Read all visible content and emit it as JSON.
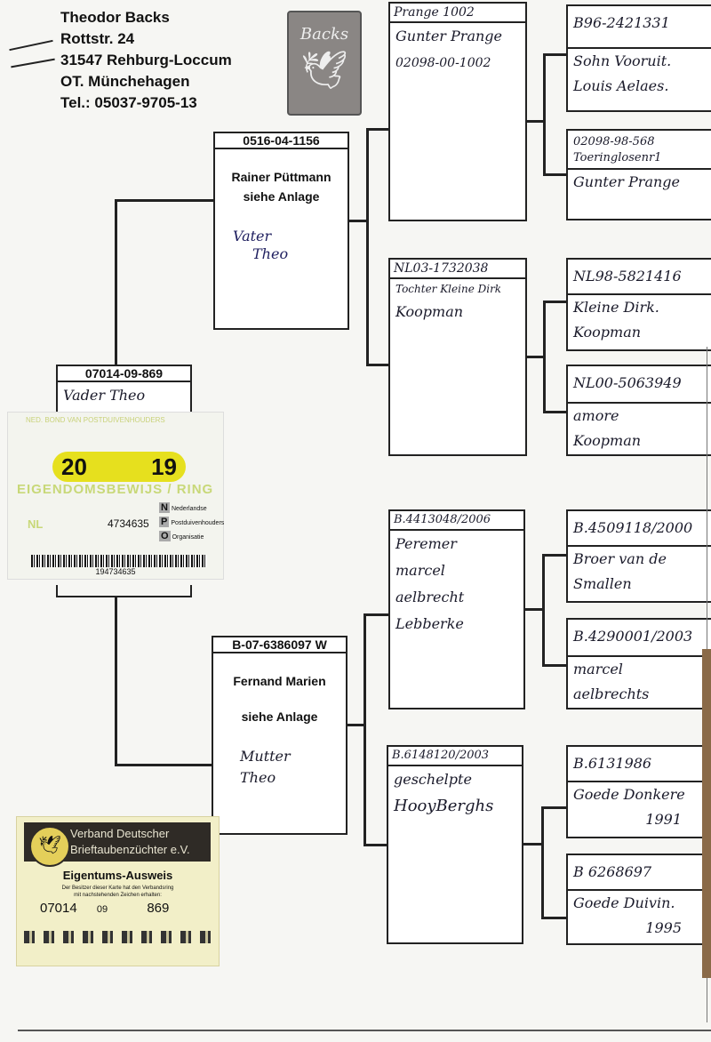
{
  "owner": {
    "name": "Theodor Backs",
    "street": "Rottstr. 24",
    "city": "31547 Rehburg-Loccum",
    "district": "OT. Münchehagen",
    "phone": "Tel.: 05037-9705-13"
  },
  "logo": {
    "brand": "Backs",
    "icon": "dove-icon"
  },
  "subject": {
    "ring": "07014-09-869",
    "note": "Vader Theo"
  },
  "father": {
    "ring": "0516-04-1156",
    "breeder": "Rainer Püttmann",
    "ref": "siehe Anlage",
    "note1": "Vater",
    "note2": "Theo"
  },
  "mother": {
    "ring": "B-07-6386097 W",
    "breeder": "Fernand Marien",
    "ref": "siehe Anlage",
    "note1": "Mutter",
    "note2": "Theo"
  },
  "grandparents": [
    {
      "ring": "Prange 1002",
      "lines": [
        "Gunter Prange",
        "02098-00-1002"
      ]
    },
    {
      "ring": "NL03-1732038",
      "lines": [
        "Tochter Kleine Dirk",
        "Koopman"
      ]
    },
    {
      "ring": "B.4413048/2006",
      "lines": [
        "Peremer",
        "marcel",
        "aelbrecht",
        "Lebberke"
      ]
    },
    {
      "ring": "B.6148120/2003",
      "lines": [
        "geschelpte",
        "HooyBerghs"
      ]
    }
  ],
  "great_grandparents": [
    {
      "ring": "B96-2421331",
      "lines": [
        "Sohn Vooruit.",
        "Louis Aelaes."
      ]
    },
    {
      "ring": "02098-98-568 Toeringlosenr1",
      "lines": [
        "Gunter Prange"
      ]
    },
    {
      "ring": "NL98-5821416",
      "lines": [
        "Kleine Dirk.",
        "Koopman"
      ]
    },
    {
      "ring": "NL00-5063949",
      "lines": [
        "amore",
        "Koopman"
      ]
    },
    {
      "ring": "B.4509118/2000",
      "lines": [
        "Broer van de",
        "Smallen"
      ]
    },
    {
      "ring": "B.4290001/2003",
      "lines": [
        "marcel",
        "aelbrechts"
      ]
    },
    {
      "ring": "B.6131986",
      "lines": [
        "Goede Donkere",
        "1991"
      ]
    },
    {
      "ring": "B 6268697",
      "lines": [
        "Goede Duivin.",
        "1995"
      ]
    }
  ],
  "ring_card": {
    "header": "NED. BOND VAN POSTDUIVENHOUDERS",
    "year_left": "20",
    "year_right": "19",
    "title": "EIGENDOMSBEWIJS / RING",
    "country": "NL",
    "number": "4734635",
    "org": [
      "Nederlandse",
      "Postduivenhouders",
      "Organisatie"
    ],
    "barcode": "194734635"
  },
  "vdb_card": {
    "org_line1": "Verband Deutscher",
    "org_line2": "Brieftaubenzüchter e.V.",
    "title": "Eigentums-Ausweis",
    "sub1": "Der Besitzer dieser Karte hat den Verbandsring",
    "sub2": "mit nachstehenden Zeichen erhalten:",
    "club": "07014",
    "year": "09",
    "number": "869"
  }
}
